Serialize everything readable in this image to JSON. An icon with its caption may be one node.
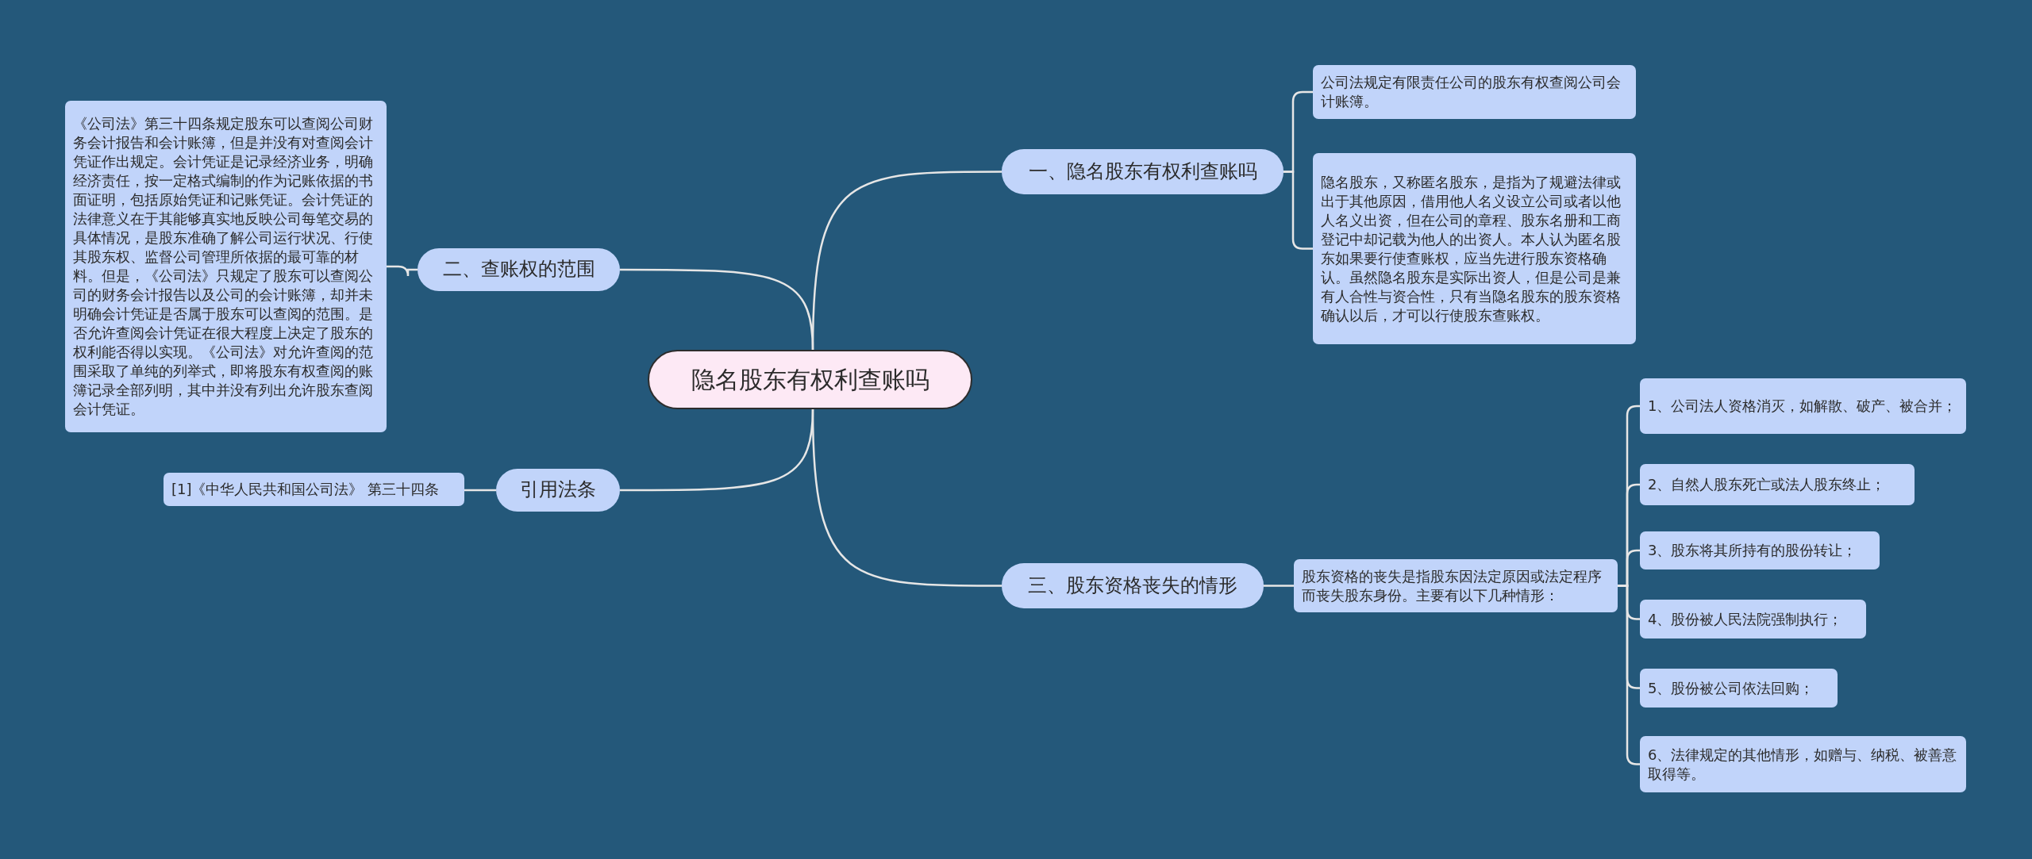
{
  "diagram": {
    "nodes": [
      {
        "text": [
          "隐名股东有权利查账吗"
        ]
      },
      {
        "text": [
          "一、隐名股东有权利查账吗"
        ]
      },
      {
        "text": [
          "公司法规定有限责任公司的股东有权查阅公司会计账簿。"
        ]
      },
      {
        "text": [
          "隐名股东，又称匿名股东，是指为了规避法律或出于其他原因，借用他人名义设立公司或者以他人名义出资，但在公司的章程、股东名册和工商登记中却记载为他人的出资人。本人认为匿名股东如果要行使查账权，应当先进行股东资格确认。虽然隐名股东是实际出资人，但是公司是兼有人合性与资合性，只有当隐名股东的股东资格确认以后，才可以行使股东查账权。"
        ]
      },
      {
        "text": [
          "二、查账权的范围"
        ]
      },
      {
        "text": [
          "《公司法》第三十四条规定股东可以查阅公司财务会计报告和会计账簿，但是并没有对查阅会计凭证作出规定。会计凭证是记录经济业务，明确经济责任，按一定格式编制的作为记账依据的书面证明，包括原始凭证和记账凭证。会计凭证的法律意义在于其能够真实地反映公司每笔交易的具体情况，是股东准确了解公司运行状况、行使其股东权、监督公司管理所依据的最可靠的材料。但是，《公司法》只规定了股东可以查阅公司的财务会计报告以及公司的会计账簿，却并未明确会计凭证是否属于股东可以查阅的范围。是否允许查阅会计凭证在很大程度上决定了股东的权利能否得以实现。《公司法》对允许查阅的范围采取了单纯的列举式，即将股东有权查阅的账簿记录全部列明，其中并没有列出允许股东查阅会计凭证。"
        ]
      },
      {
        "text": [
          "引用法条"
        ]
      },
      {
        "text": [
          "[1]《中华人民共和国公司法》 第三十四条"
        ]
      },
      {
        "text": [
          "三、股东资格丧失的情形"
        ]
      },
      {
        "text": [
          "股东资格的丧失是指股东因法定原因或法定程序而丧失股东身份。主要有以下几种情形："
        ]
      },
      {
        "text": [
          "1、公司法人资格消灭，如解散、破产、被合并；"
        ]
      },
      {
        "text": [
          "2、自然人股东死亡或法人股东终止；"
        ]
      },
      {
        "text": [
          "3、股东将其所持有的股份转让；"
        ]
      },
      {
        "text": [
          "4、股份被人民法院强制执行；"
        ]
      },
      {
        "text": [
          "5、股份被公司依法回购；"
        ]
      },
      {
        "text": [
          "6、法律规定的其他情形，如赠与、纳税、被善意取得等。"
        ]
      }
    ],
    "edges": [
      {
        "from": 0,
        "to": 1,
        "arrow": "none"
      },
      {
        "from": 1,
        "to": 2,
        "arrow": "none"
      },
      {
        "from": 1,
        "to": 3,
        "arrow": "none"
      },
      {
        "from": 0,
        "to": 4,
        "arrow": "none"
      },
      {
        "from": 4,
        "to": 5,
        "arrow": "none"
      },
      {
        "from": 0,
        "to": 6,
        "arrow": "none"
      },
      {
        "from": 6,
        "to": 7,
        "arrow": "none"
      },
      {
        "from": 0,
        "to": 8,
        "arrow": "none"
      },
      {
        "from": 8,
        "to": 9,
        "arrow": "none"
      },
      {
        "from": 9,
        "to": 10,
        "arrow": "none"
      },
      {
        "from": 9,
        "to": 11,
        "arrow": "none"
      },
      {
        "from": 9,
        "to": 12,
        "arrow": "none"
      },
      {
        "from": 9,
        "to": 13,
        "arrow": "none"
      },
      {
        "from": 9,
        "to": 14,
        "arrow": "none"
      },
      {
        "from": 9,
        "to": 15,
        "arrow": "none"
      }
    ]
  }
}
